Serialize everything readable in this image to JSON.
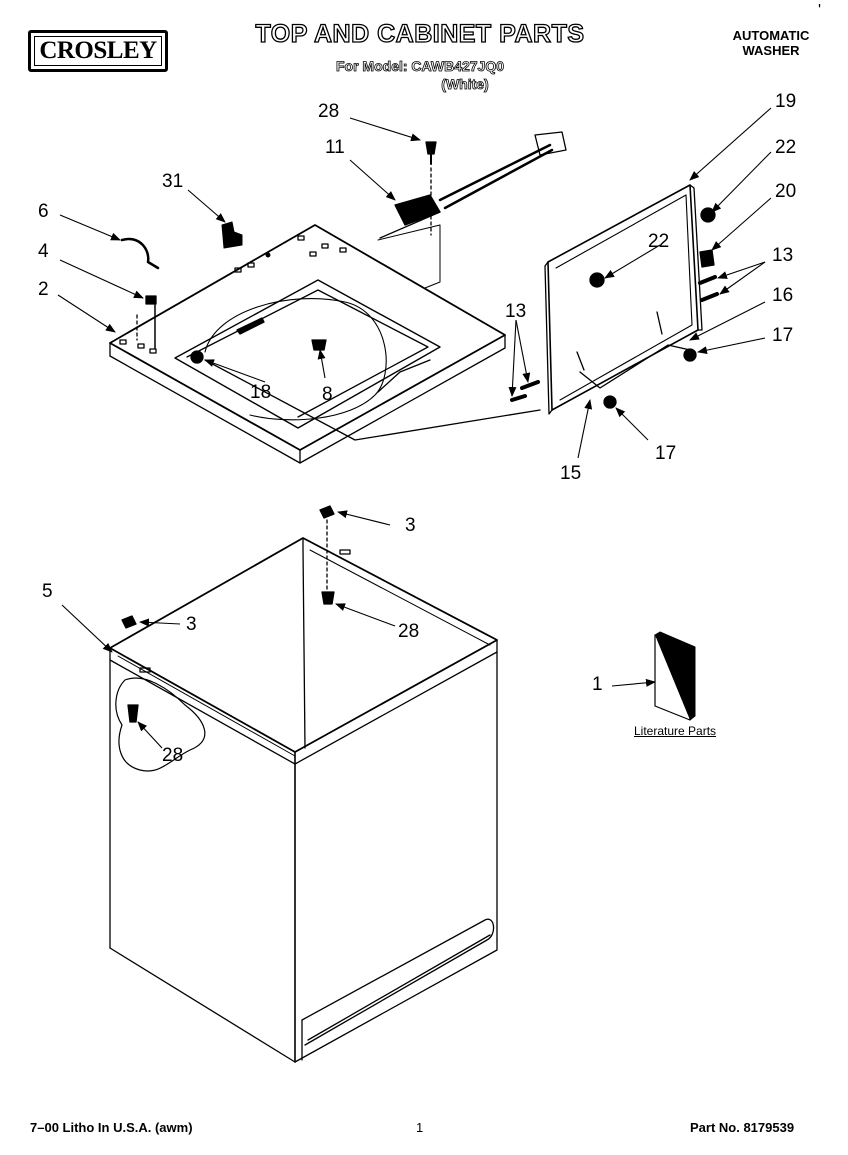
{
  "header": {
    "brand": "CROSLEY",
    "title": "TOP AND CABINET PARTS",
    "model_line": "For Model: CAWB427JQ0",
    "color_line": "(White)",
    "product_line1": "AUTOMATIC",
    "product_line2": "WASHER"
  },
  "callouts": [
    {
      "id": "c28a",
      "label": "28"
    },
    {
      "id": "c11",
      "label": "11"
    },
    {
      "id": "c31",
      "label": "31"
    },
    {
      "id": "c6",
      "label": "6"
    },
    {
      "id": "c4",
      "label": "4"
    },
    {
      "id": "c2",
      "label": "2"
    },
    {
      "id": "c18",
      "label": "18"
    },
    {
      "id": "c8",
      "label": "8"
    },
    {
      "id": "c19",
      "label": "19"
    },
    {
      "id": "c22a",
      "label": "22"
    },
    {
      "id": "c20",
      "label": "20"
    },
    {
      "id": "c22b",
      "label": "22"
    },
    {
      "id": "c13a",
      "label": "13"
    },
    {
      "id": "c16",
      "label": "16"
    },
    {
      "id": "c17a",
      "label": "17"
    },
    {
      "id": "c13b",
      "label": "13"
    },
    {
      "id": "c15",
      "label": "15"
    },
    {
      "id": "c17b",
      "label": "17"
    },
    {
      "id": "c3a",
      "label": "3"
    },
    {
      "id": "c28b",
      "label": "28"
    },
    {
      "id": "c5",
      "label": "5"
    },
    {
      "id": "c3b",
      "label": "3"
    },
    {
      "id": "c28c",
      "label": "28"
    },
    {
      "id": "c1",
      "label": "1"
    }
  ],
  "literature_label": "Literature Parts",
  "footer": {
    "left": "7–00 Litho In U.S.A. (awm)",
    "center": "1",
    "right": "Part No. 8179539"
  },
  "corner_mark": "'"
}
